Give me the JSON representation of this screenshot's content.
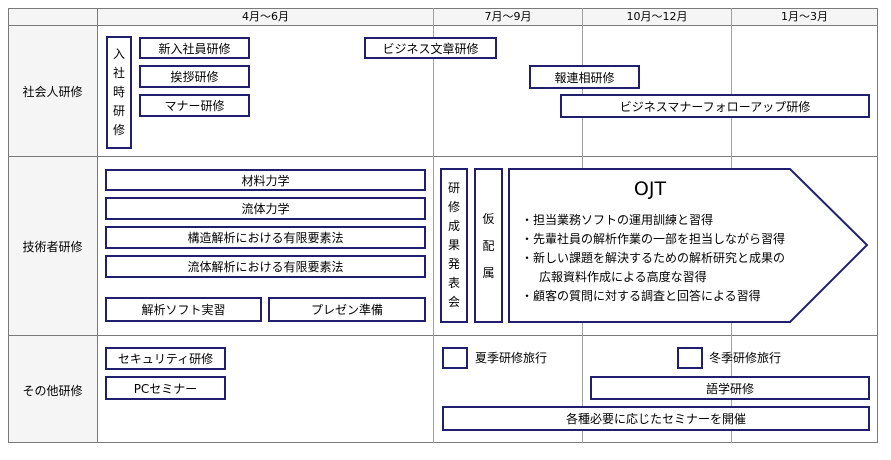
{
  "periods": [
    "4月～6月",
    "7月～9月",
    "10月～12月",
    "1月～3月"
  ],
  "rows": {
    "shakaijin": "社会人研修",
    "gijutsusha": "技術者研修",
    "sonota": "その他研修"
  },
  "shakaijin": {
    "nyusha_jiki": "入社時研修",
    "shinnyu": "新入社員研修",
    "aisatsu": "挨拶研修",
    "manner": "マナー研修",
    "business_bunsho": "ビジネス文章研修",
    "horenso": "報連相研修",
    "business_manner_follow": "ビジネスマナーフォローアップ研修"
  },
  "gijutsusha": {
    "zairyo": "材料力学",
    "ryutai": "流体力学",
    "kozo_fem": "構造解析における有限要素法",
    "ryutai_fem": "流体解析における有限要素法",
    "kaiseki_soft": "解析ソフト実習",
    "presen": "プレゼン準備",
    "seika_happyo": "研修成果発表会",
    "kari_haizoku": "仮配属",
    "ojt_title": "OJT",
    "ojt_items": [
      "・担当業務ソフトの運用訓練と習得",
      "・先輩社員の解析作業の一部を担当しながら習得",
      "・新しい課題を解決するための解析研究と成果の",
      "広報資料作成による高度な習得",
      "・顧客の質問に対する調査と回答による習得"
    ]
  },
  "sonota": {
    "security": "セキュリティ研修",
    "pc_seminar": "PCセミナー",
    "kaki_ryoko": "夏季研修旅行",
    "toki_ryoko": "冬季研修旅行",
    "gogaku": "語学研修",
    "kakushu_seminar": "各種必要に応じたセミナーを開催"
  }
}
